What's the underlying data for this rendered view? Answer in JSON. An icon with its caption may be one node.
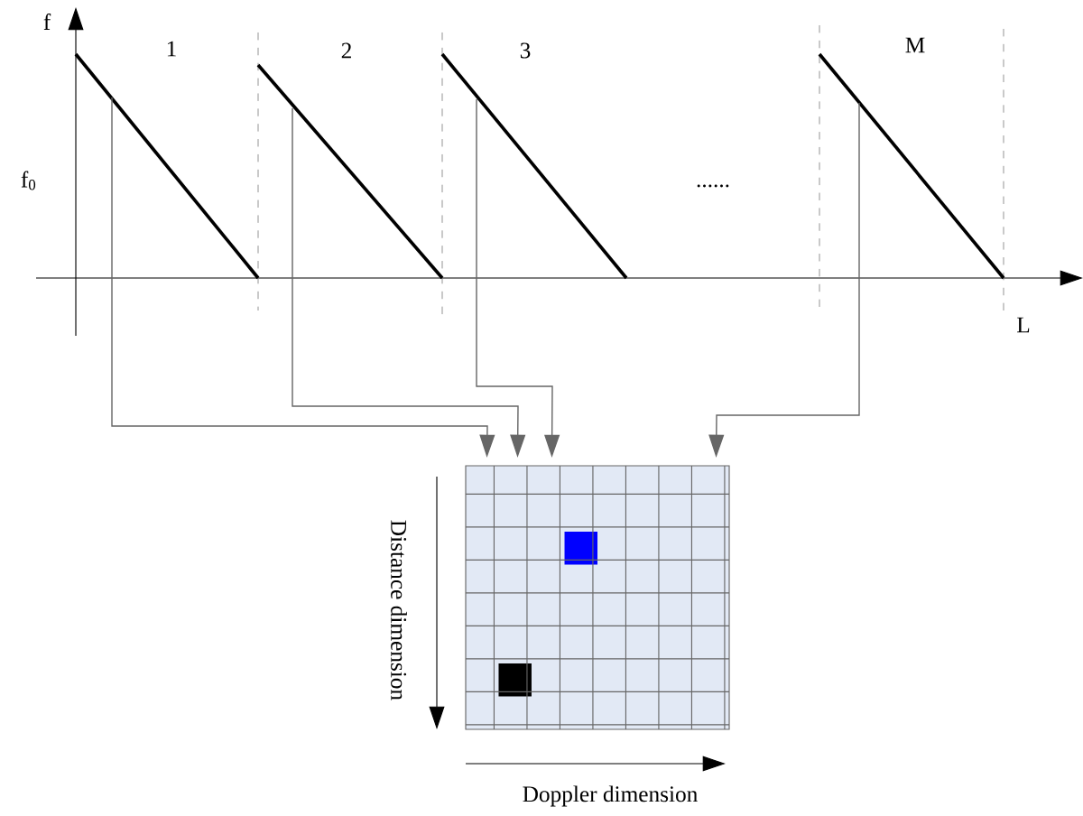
{
  "diagram": {
    "nodes": [
      {
        "text": [
          "1"
        ]
      },
      {
        "text": [
          "2"
        ]
      },
      {
        "text": [
          "3"
        ]
      },
      {
        "text": [
          "M"
        ]
      },
      {
        "text": [],
        "shape": "box"
      }
    ],
    "edges": [
      {
        "from": 0,
        "to": 4,
        "arrow": "to"
      },
      {
        "from": 1,
        "to": 4,
        "arrow": "to"
      },
      {
        "from": 2,
        "to": 4,
        "arrow": "to"
      },
      {
        "from": 3,
        "to": 4,
        "arrow": "to"
      }
    ],
    "labels": [
      "f",
      "f$_{0}$",
      "......",
      "L",
      "Distance dimension",
      "Doppler dimension"
    ]
  }
}
